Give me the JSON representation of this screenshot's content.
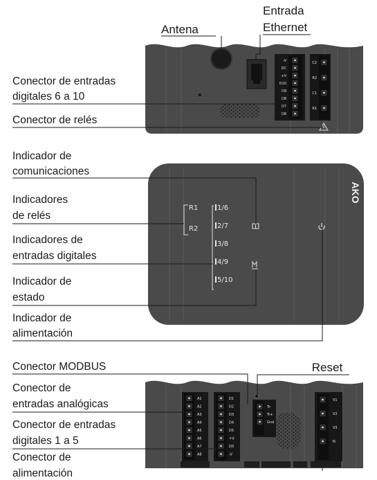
{
  "labels": {
    "antena": "Antena",
    "entrada_l1": "Entrada",
    "entrada_l2": "Ethernet",
    "conector_dig_6_10_l1": "Conector de entradas",
    "conector_dig_6_10_l2": "digitales 6 a 10",
    "conector_reles": "Conector de relés",
    "ind_com_l1": "Indicador de",
    "ind_com_l2": "comunicaciones",
    "ind_reles_l1": "Indicadores",
    "ind_reles_l2": "de relés",
    "ind_dig_l1": "Indicadores de",
    "ind_dig_l2": "entradas digitales",
    "ind_estado_l1": "Indicador de",
    "ind_estado_l2": "estado",
    "ind_alim_l1": "Indicador de",
    "ind_alim_l2": "alimentación",
    "modbus": "Conector MODBUS",
    "reset": "Reset",
    "analog_l1": "Conector de",
    "analog_l2": "entradas analógicas",
    "dig_1_5_l1": "Conector de entradas",
    "dig_1_5_l2": "digitales 1 a 5",
    "power_l1": "Conector de",
    "power_l2": "alimentación"
  },
  "brand": "AKO",
  "front_panel": {
    "relays": [
      "R1",
      "R2"
    ],
    "digital_inputs": [
      "1/6",
      "2/7",
      "3/8",
      "4/9",
      "5/10"
    ]
  },
  "top_view": {
    "dig_terminals": [
      "-V",
      "DC",
      "+V",
      "D10",
      "D9",
      "D8",
      "D7",
      "D6"
    ],
    "relay_terminals": [
      "C2",
      "R2",
      "C1",
      "R1"
    ]
  },
  "bottom_view": {
    "analog_terminals": [
      "A1",
      "A2",
      "A3",
      "A4",
      "A5",
      "A6",
      "A7",
      "A8"
    ],
    "dig_terminals": [
      "D1",
      "D2",
      "D3",
      "D4",
      "D5",
      "+V",
      "D0",
      "-V"
    ],
    "modbus_terminals": [
      "Tr-",
      "Tr+",
      "Gnd"
    ],
    "power_terminals": [
      "V1",
      "V2",
      "V3",
      "N"
    ]
  },
  "colors": {
    "body": "#4a4a4a",
    "body_dark": "#2e2e2e",
    "terminal": "#171717",
    "line": "#1a1a1a"
  }
}
